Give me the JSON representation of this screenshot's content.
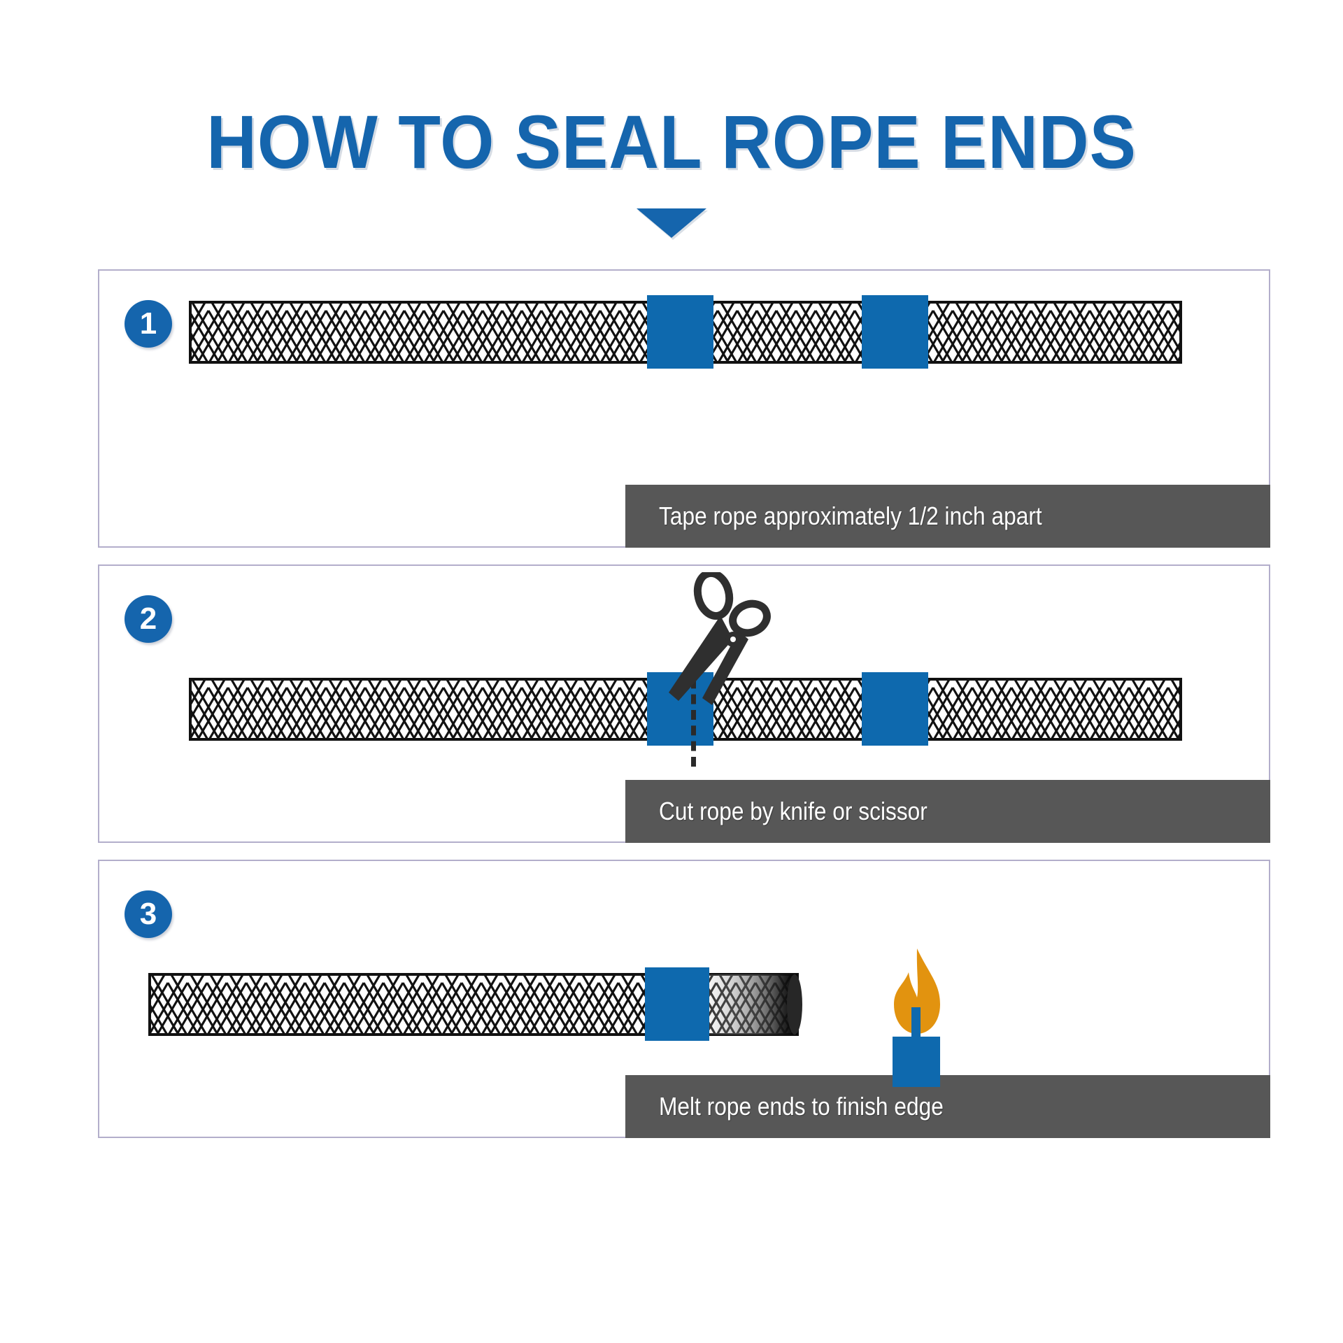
{
  "page": {
    "title": "HOW TO SEAL ROPE ENDS",
    "background": "#ffffff",
    "accent_blue": "#1565ad",
    "tape_blue": "#0e69ae",
    "caption_gray": "#575757",
    "panel_border": "#b3aecb",
    "flame_orange": "#e2930f"
  },
  "title_arrow": {
    "icon": "triangle-down-icon",
    "color": "#1565ad"
  },
  "steps": [
    {
      "number": "1",
      "badge_icon": "numbered-circle-icon",
      "caption": "Tape rope approximately 1/2 inch apart",
      "rope_icon": "braided-rope-icon",
      "tape_count": 2,
      "extras": []
    },
    {
      "number": "2",
      "badge_icon": "numbered-circle-icon",
      "caption": "Cut rope by knife or scissor",
      "rope_icon": "braided-rope-icon",
      "tape_count": 2,
      "extras": [
        "scissors-icon",
        "dashed-cut-line-icon"
      ]
    },
    {
      "number": "3",
      "badge_icon": "numbered-circle-icon",
      "caption": "Melt rope ends to finish edge",
      "rope_icon": "braided-rope-melted-end-icon",
      "tape_count": 1,
      "extras": [
        "candle-icon",
        "flame-icon"
      ]
    }
  ]
}
